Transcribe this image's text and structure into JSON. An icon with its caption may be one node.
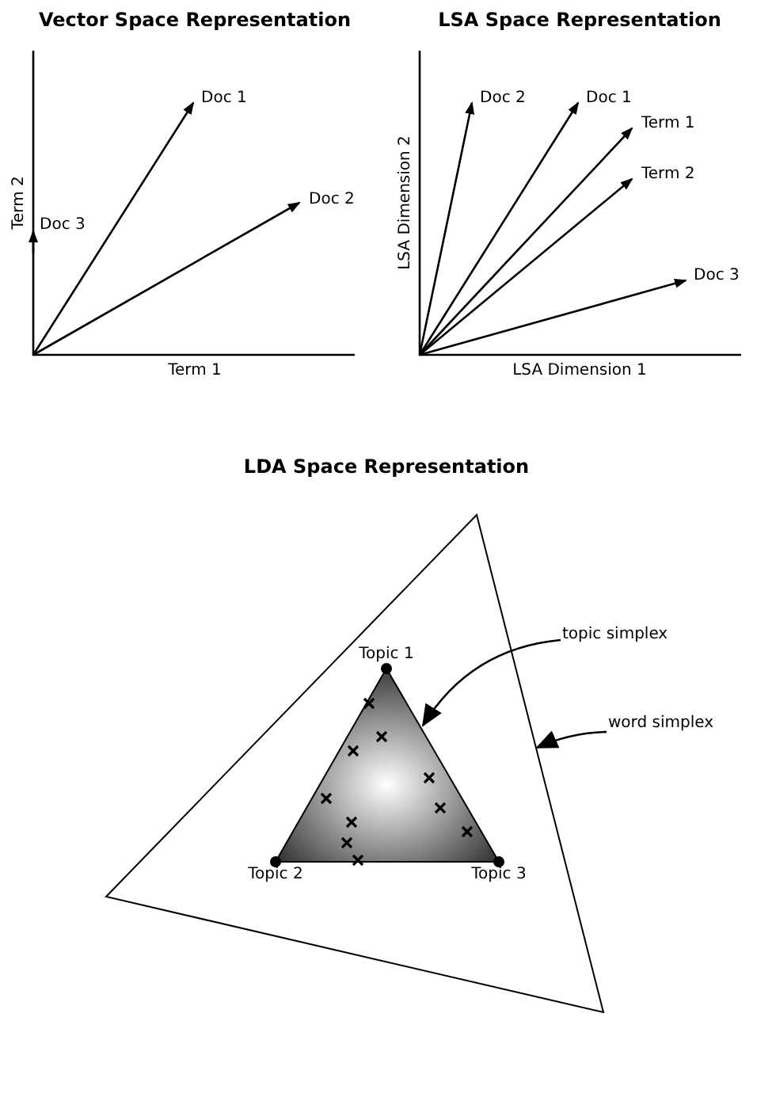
{
  "diagram": {
    "nodes": [
      {
        "text": [],
        "shape": "triangle"
      },
      {
        "text": [],
        "shape": "triangle",
        "in": 0
      },
      {
        "text": [
          "topic simplex"
        ]
      },
      {
        "text": [
          "word simplex"
        ]
      }
    ],
    "edges": [
      {
        "from": 2,
        "to": 1,
        "arrow": "to"
      },
      {
        "from": 3,
        "to": 0,
        "arrow": "to"
      }
    ],
    "labels": [
      "Vector Space Representation",
      "Doc 1",
      "Term 2",
      "Doc 3",
      "Doc 2",
      "Term 1",
      "LSA Space Representation",
      "Doc 2",
      "Doc 1",
      "Term 1",
      "Term 2",
      "LSA Dimension 2",
      "Doc 3",
      "LSA Dimension 1",
      "LDA Space Representation",
      "Topic 1",
      "Topic 2",
      "Topic 3"
    ]
  }
}
